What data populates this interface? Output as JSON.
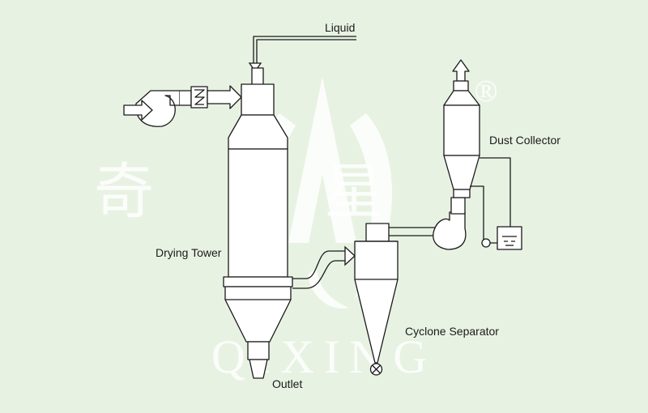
{
  "labels": {
    "liquid": "Liquid",
    "dust_collector": "Dust Collector",
    "drying_tower": "Drying Tower",
    "cyclone_separator": "Cyclone Separator",
    "outlet": "Outlet"
  },
  "watermark": {
    "brand": "QIXING",
    "chinese": "奇星",
    "registered": "®"
  },
  "colors": {
    "background": "#e8f2e3",
    "line": "#1a1a1a",
    "fill": "#ffffff"
  }
}
